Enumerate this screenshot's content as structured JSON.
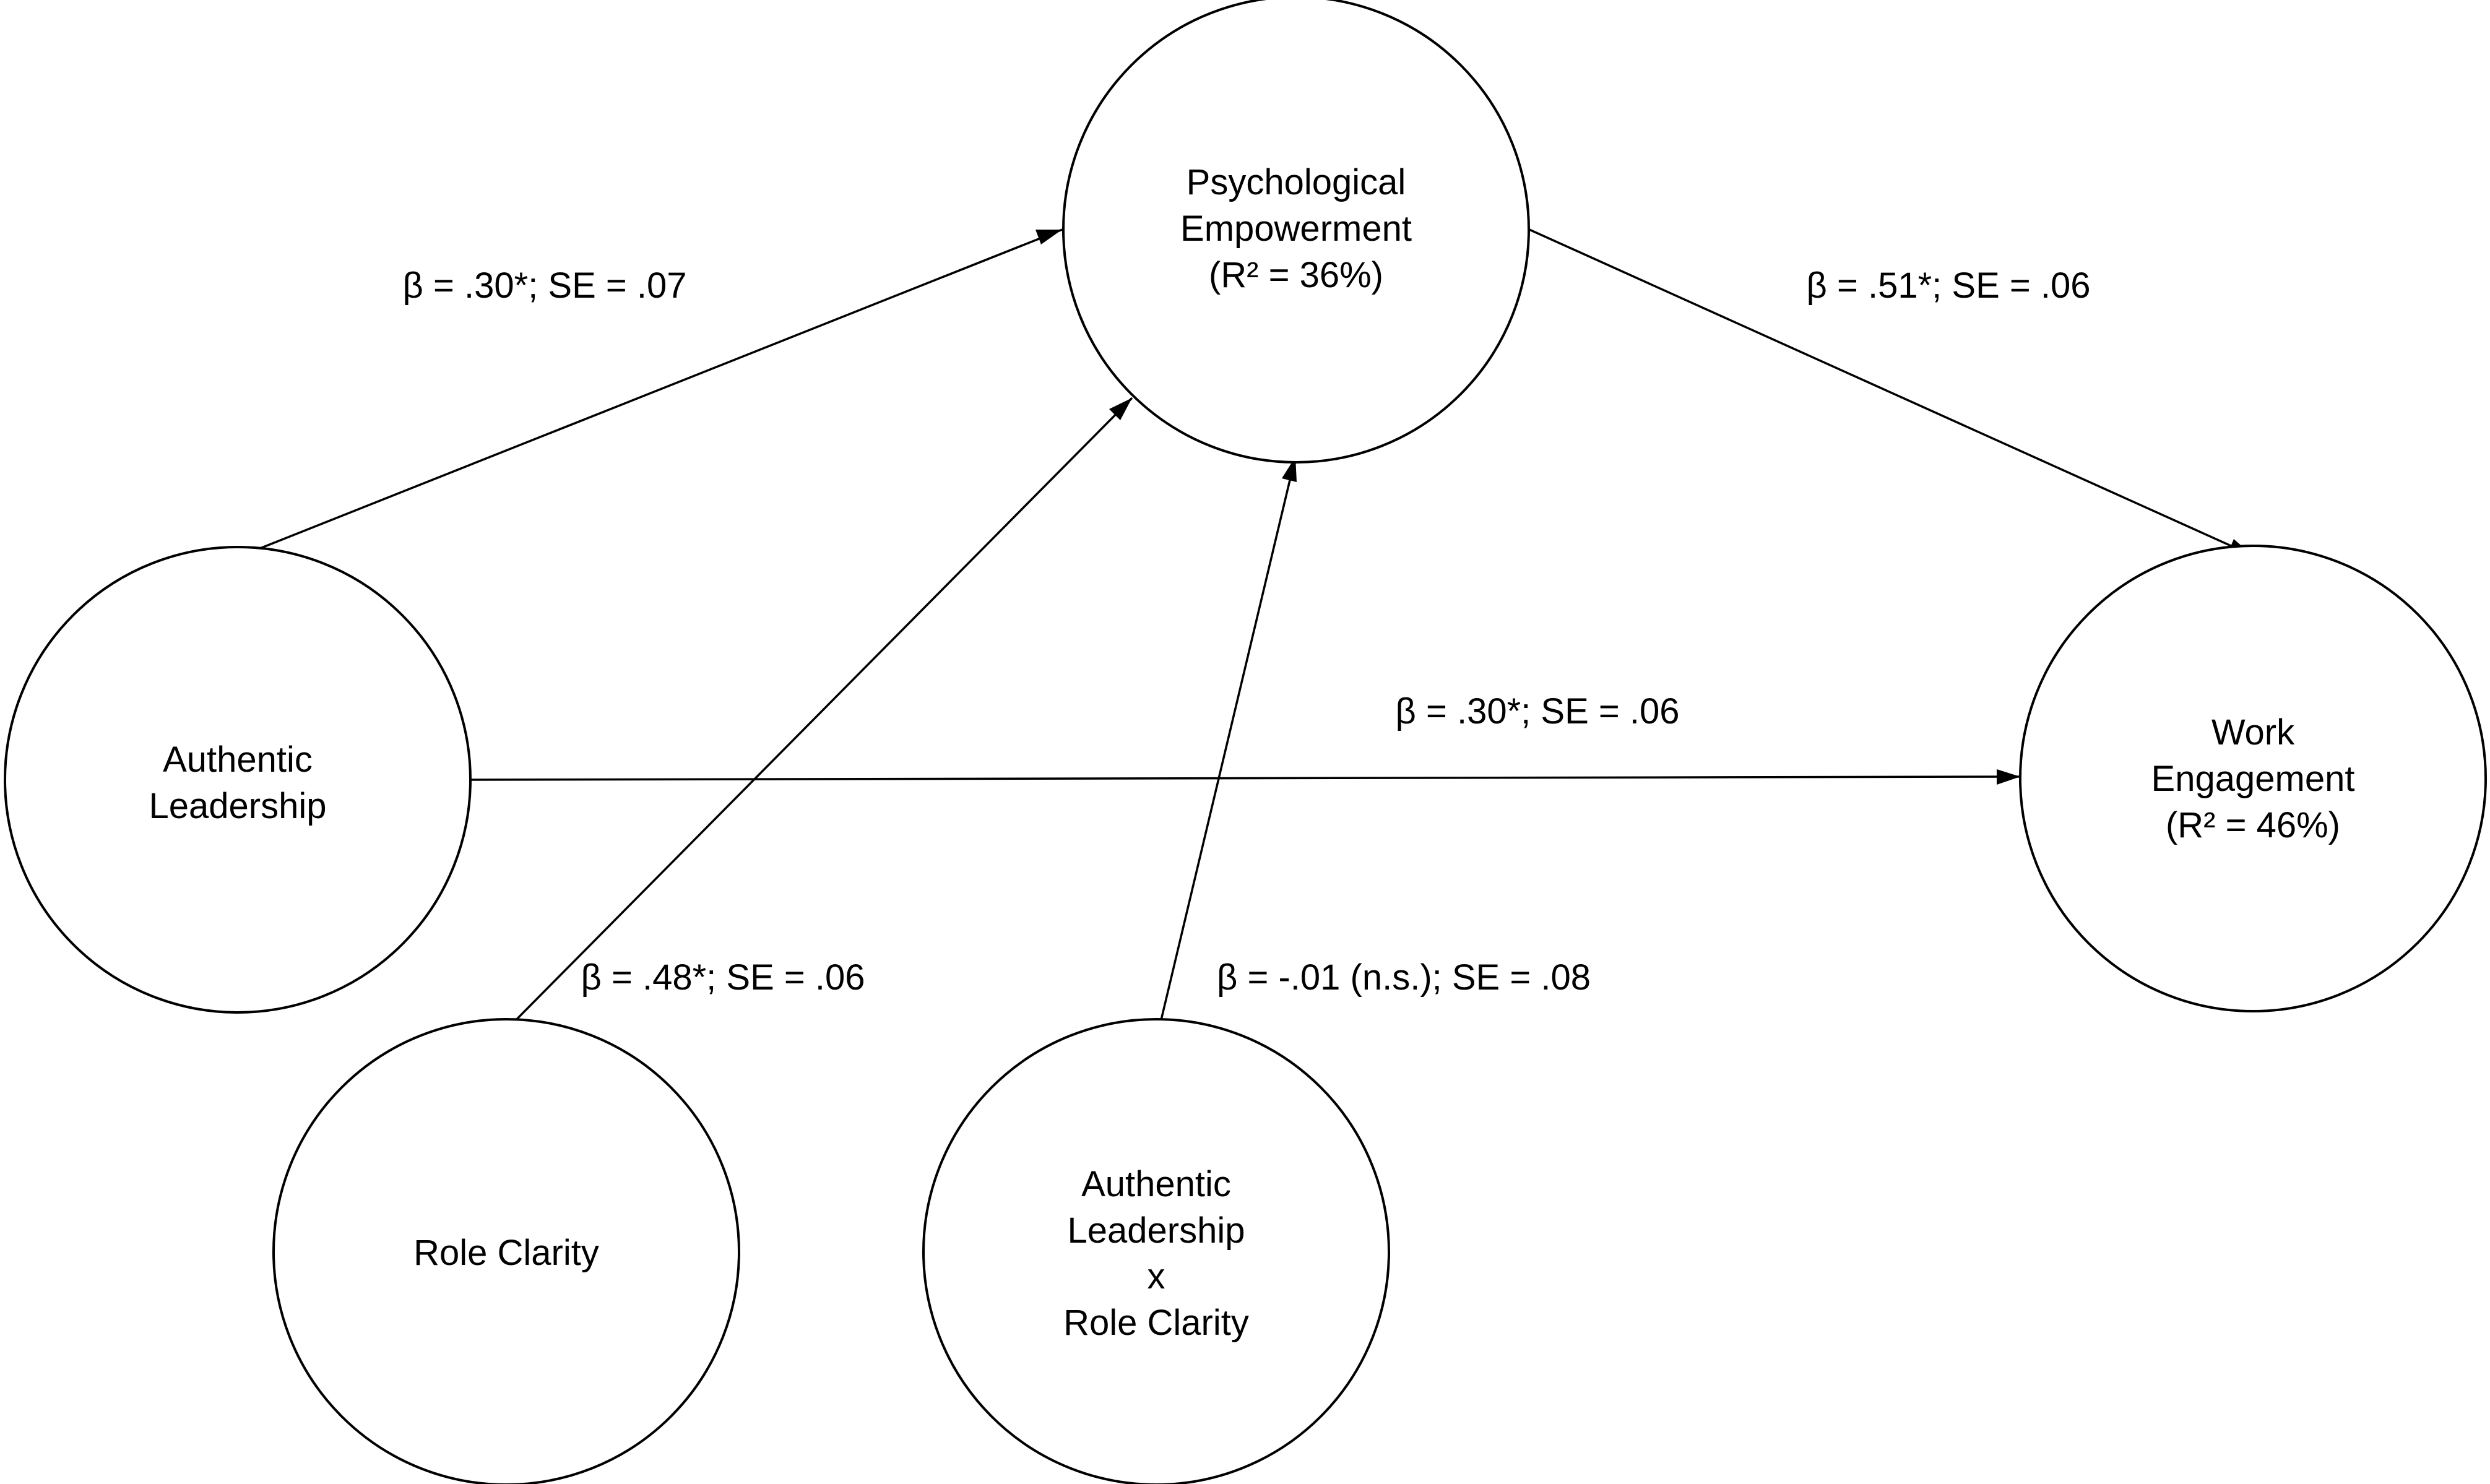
{
  "nodes": {
    "psychological_empowerment": {
      "line1": "Psychological",
      "line2": "Empowerment",
      "line3": "(R² = 36%)"
    },
    "authentic_leadership": {
      "line1": "Authentic",
      "line2": "Leadership"
    },
    "work_engagement": {
      "line1": "Work",
      "line2": "Engagement",
      "line3": "(R² = 46%)"
    },
    "role_clarity": {
      "line1": "Role Clarity"
    },
    "interaction": {
      "line1": "Authentic",
      "line2": "Leadership",
      "line3": "x",
      "line4": "Role Clarity"
    }
  },
  "paths": {
    "al_to_pe": "β = .30*; SE = .07",
    "pe_to_we": "β = .51*; SE = .06",
    "al_to_we": "β = .30*; SE = .06",
    "rc_to_pe": "β = .48*; SE = .06",
    "int_to_pe": "β = -.01 (n.s.); SE = .08"
  }
}
